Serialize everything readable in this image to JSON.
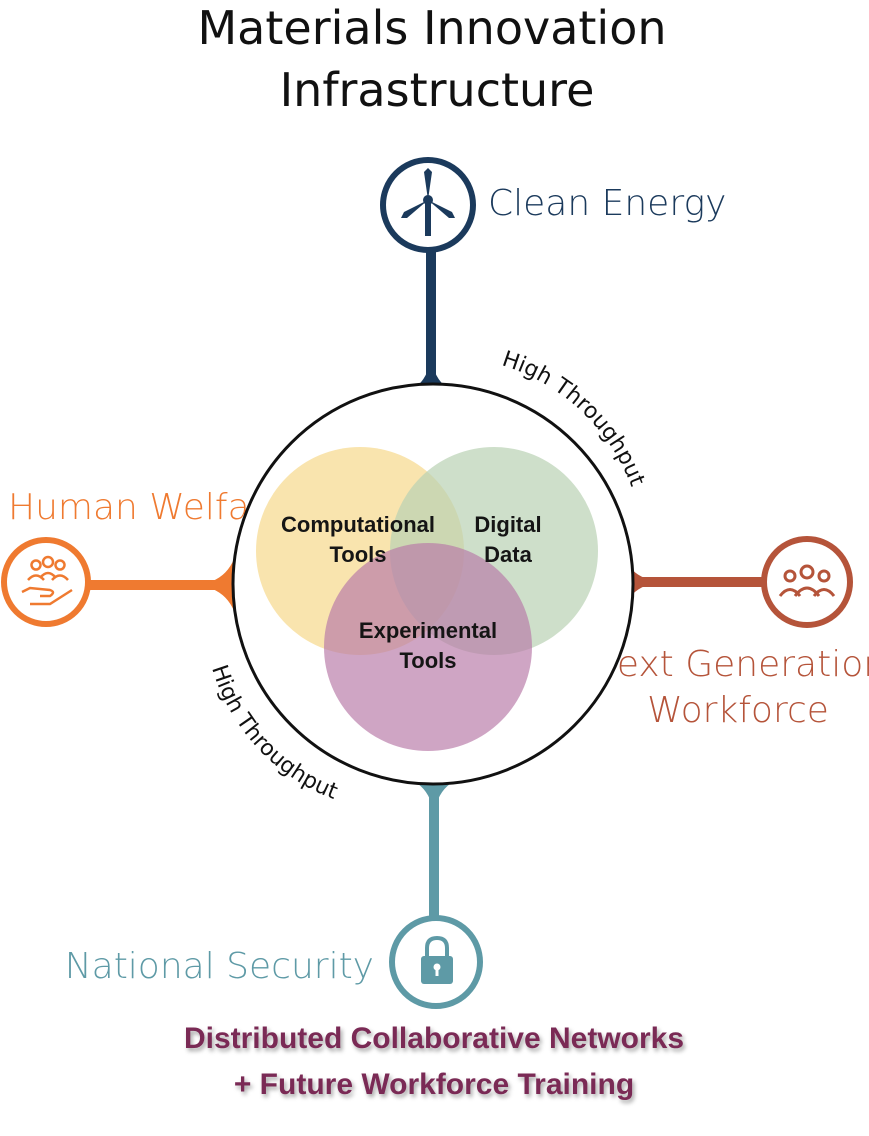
{
  "title": {
    "line1": "Materials Innovation",
    "line2": "Infrastructure"
  },
  "hub": {
    "arc_label_top": "High Throughput",
    "arc_label_bottom": "High Throughput"
  },
  "venn": {
    "computational": {
      "line1": "Computational",
      "line2": "Tools",
      "color": "#f6d98c"
    },
    "digital": {
      "line1": "Digital",
      "line2": "Data",
      "color": "#b9d1b4"
    },
    "experimental": {
      "line1": "Experimental",
      "line2": "Tools",
      "color": "#b87aa8"
    }
  },
  "nodes": {
    "clean_energy": {
      "label": "Clean Energy",
      "icon": "wind-turbine-icon",
      "color": "#1b3a5c"
    },
    "human_welfare": {
      "label": "Human Welfare",
      "icon": "hand-people-icon",
      "color": "#ef7a30"
    },
    "next_gen_workforce": {
      "line1": "Next Generation",
      "line2": "Workforce",
      "icon": "people-group-icon",
      "color": "#b5543a"
    },
    "national_security": {
      "label": "National Security",
      "icon": "padlock-icon",
      "color": "#5e9aa6"
    }
  },
  "footer": {
    "line1": "Distributed Collaborative Networks",
    "line2": "+ Future Workforce Training",
    "color": "#7a2a55"
  }
}
